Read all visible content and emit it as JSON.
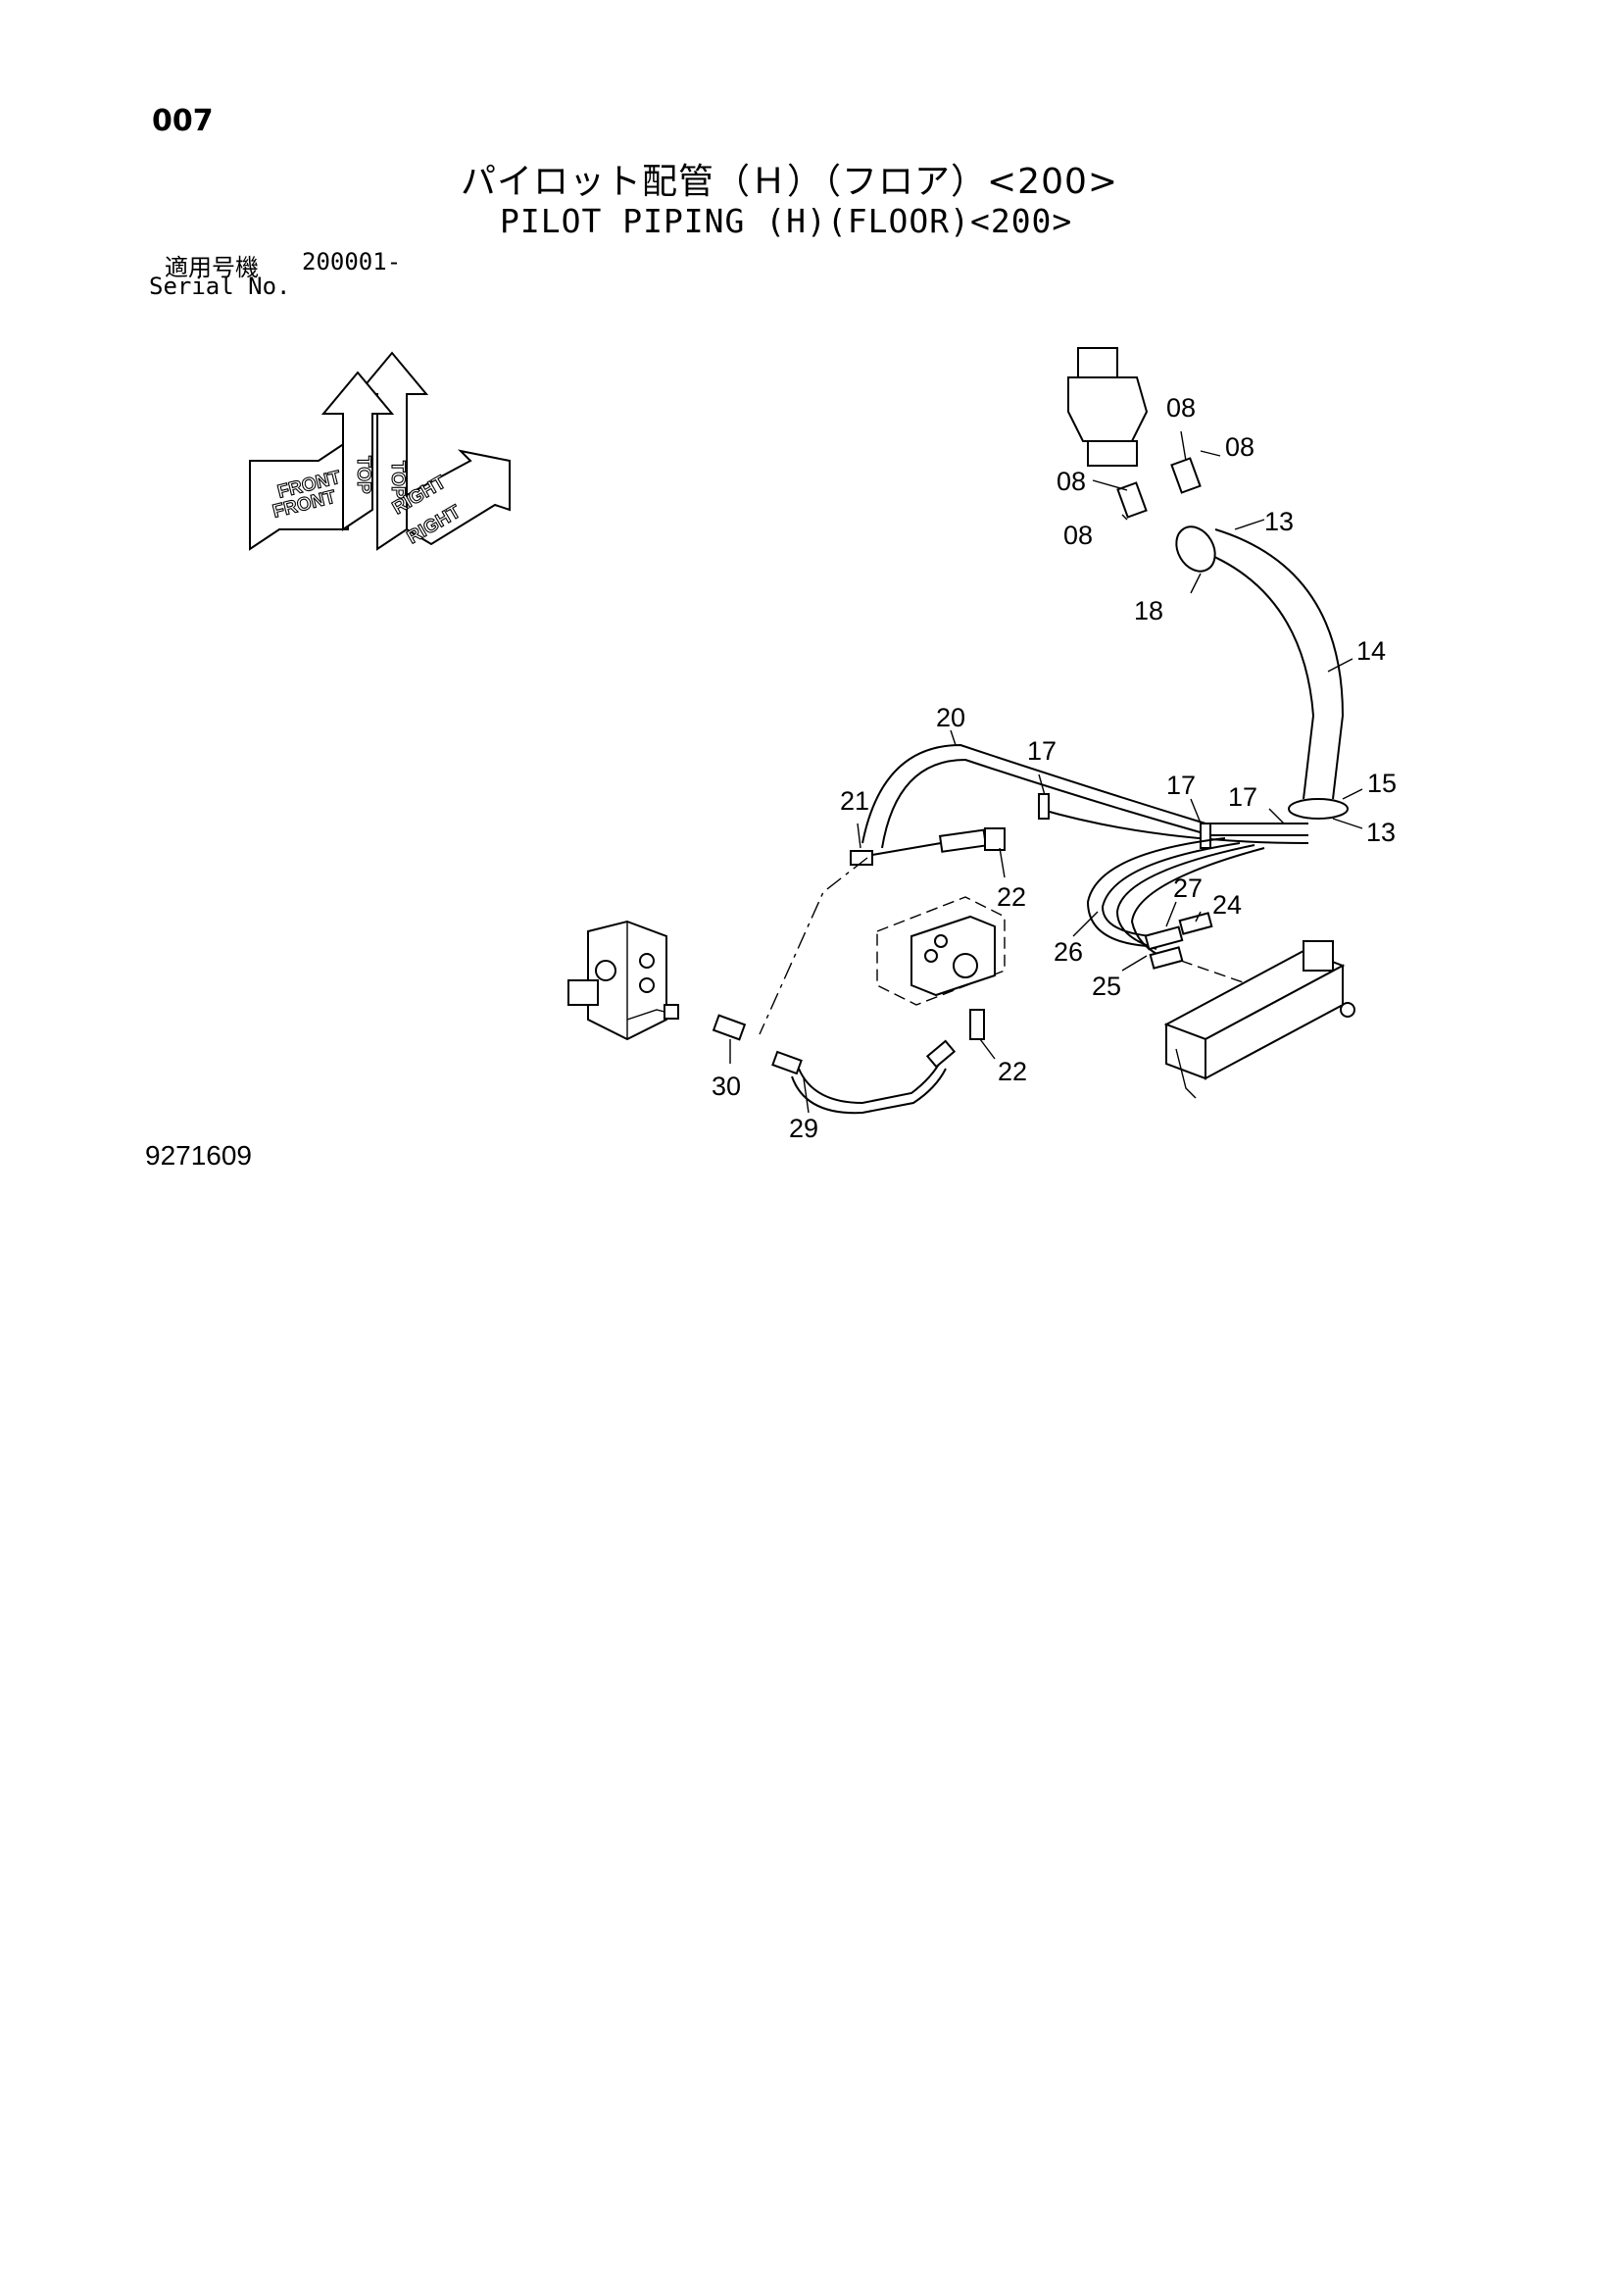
{
  "page_number": "007",
  "title_ja": "パイロット配管（Ｈ）（フロア）<200>",
  "title_en": "PILOT PIPING (H)(FLOOR)<200>",
  "serial": {
    "label_ja": "適用号機",
    "range": "200001-",
    "label_en": "Serial No."
  },
  "orientation": {
    "front": "FRONT",
    "top": "TOP",
    "right": "RIGHT"
  },
  "callouts": {
    "c08a": "08",
    "c08b": "08",
    "c08c": "08",
    "c08d": "08",
    "c13a": "13",
    "c18": "18",
    "c14": "14",
    "c20": "20",
    "c17a": "17",
    "c17b": "17",
    "c17c": "17",
    "c15": "15",
    "c13b": "13",
    "c21": "21",
    "c22a": "22",
    "c27": "27",
    "c24": "24",
    "c26": "26",
    "c25": "25",
    "c30": "30",
    "c29": "29",
    "c22b": "22"
  },
  "drawing_number": "9271609"
}
